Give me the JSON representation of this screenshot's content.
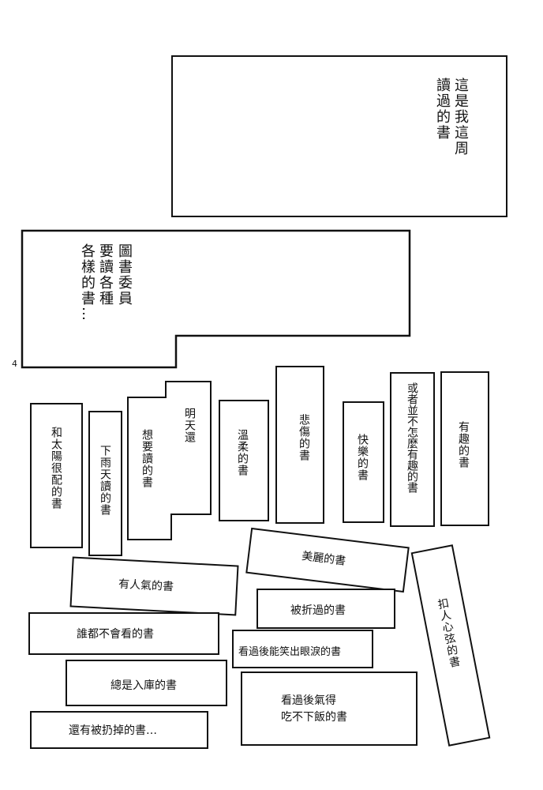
{
  "page_number": "4",
  "top_caption": {
    "lines": [
      "這是我這周",
      "讀過的書"
    ]
  },
  "second_caption": {
    "lines": [
      "圖書委員",
      "要讀各種",
      "各樣的書…"
    ]
  },
  "vertical_books": {
    "sun": "和太陽很配的書",
    "rain": "下雨天讀的書",
    "tomorrow_a": "明天還",
    "tomorrow_b": "想要讀的書",
    "gentle": "溫柔的書",
    "sad": "悲傷的書",
    "happy": "快樂的書",
    "not_fun": "或者並不怎麼有趣的書",
    "fun": "有趣的書",
    "touching": "扣人心弦的書"
  },
  "horizontal_books": {
    "beautiful": "美麗的書",
    "popular": "有人氣的書",
    "folded": "被折過的書",
    "nobody": "誰都不會看的書",
    "laugh_tears": "看過後能笑出眼淚的書",
    "storage": "總是入庫的書",
    "angry_a": "看過後氣得",
    "angry_b": "吃不下飯的書",
    "thrown": "還有被扔掉的書…"
  }
}
